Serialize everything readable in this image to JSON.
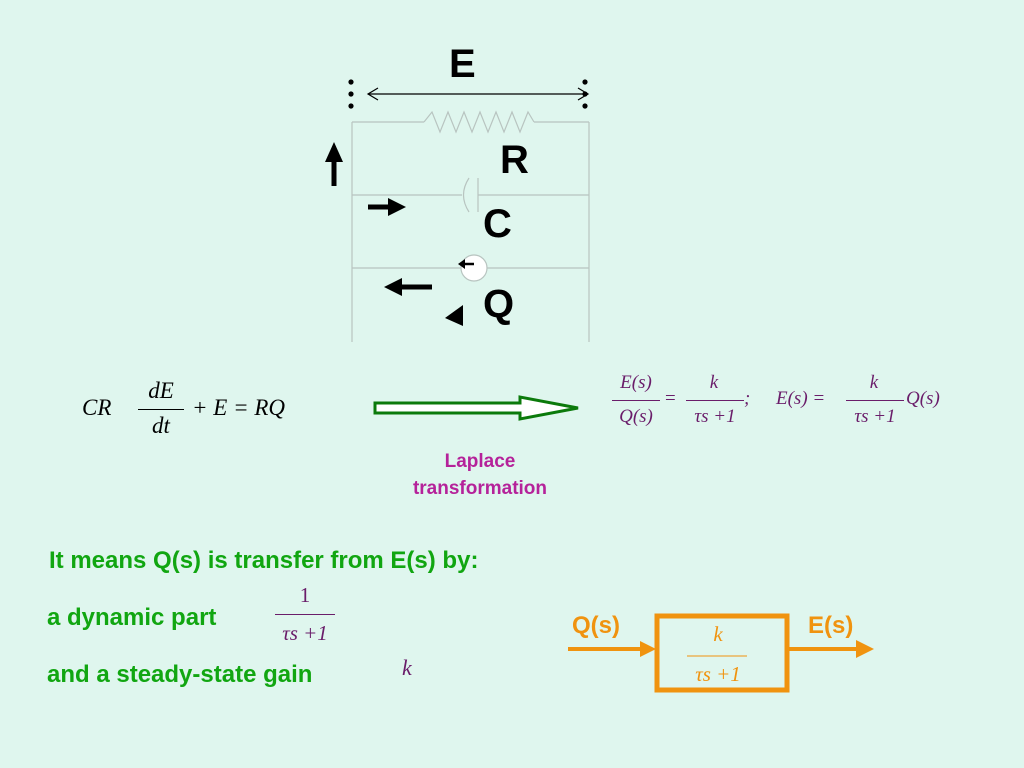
{
  "diagram": {
    "labels": {
      "E": "E",
      "R": "R",
      "C": "C",
      "Q": "Q"
    },
    "equation": {
      "lhs_coeff": "CR",
      "num": "dE",
      "den": "dt",
      "rest": "+ E = RQ"
    },
    "arrow_label_line1": "Laplace",
    "arrow_label_line2": "transformation",
    "transfer": {
      "frac1_num": "E(s)",
      "frac1_den": "Q(s)",
      "equals": "=",
      "frac2_num": "k",
      "frac2_den": "τs +1",
      "sep": ";",
      "lhs2": "E(s) =",
      "frac3_num": "k",
      "frac3_den": "τs +1",
      "tail": "Q(s)"
    }
  },
  "text": {
    "line1": "It means Q(s) is transfer from E(s) by:",
    "line2": "a dynamic part",
    "line3": "and a steady-state gain",
    "dyn_num": "1",
    "dyn_den": "τs +1",
    "gain": "k"
  },
  "block": {
    "input_label": "Q(s)",
    "output_label": "E(s)",
    "num": "k",
    "den": "τs +1"
  },
  "colors": {
    "background": "#dff6ee",
    "green": "#11a611",
    "orange": "#f0930f",
    "magenta": "#b5229a",
    "purple": "#6a1d6a",
    "arrow_green": "#0b7a0b"
  }
}
